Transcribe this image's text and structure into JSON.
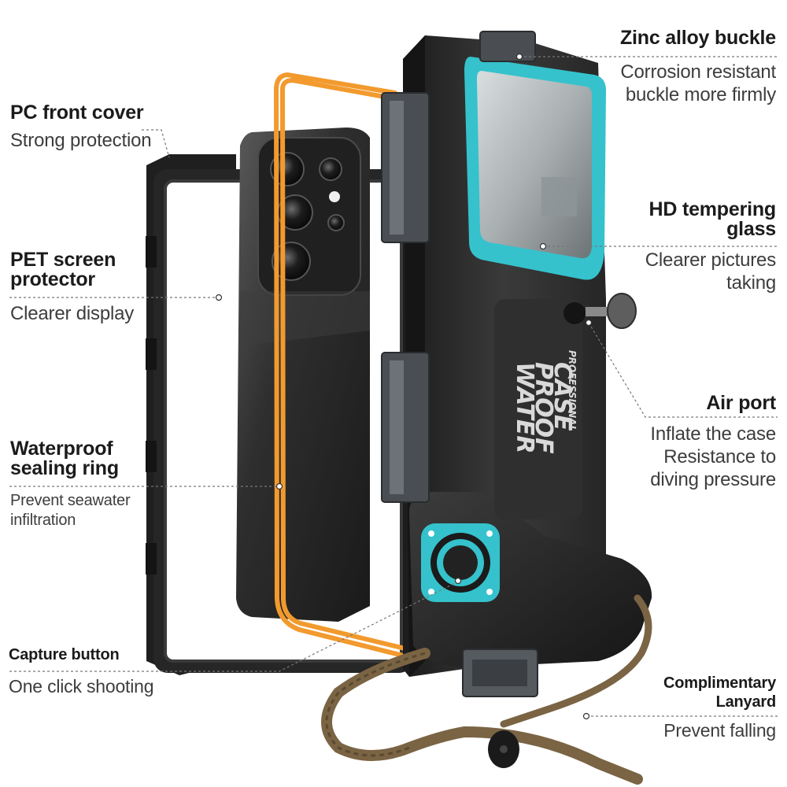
{
  "product": {
    "emblem_lines": [
      "WATER",
      "PROOF",
      "CASE"
    ],
    "emblem_sub": "PROFESSIONAL"
  },
  "features": {
    "pc_front_cover": {
      "title": "PC front cover",
      "desc": "Strong protection"
    },
    "pet_screen_protector": {
      "title_lines": [
        "PET screen",
        "protector"
      ],
      "desc": "Clearer display"
    },
    "waterproof_sealing_ring": {
      "title_lines": [
        "Waterproof",
        "sealing ring"
      ],
      "desc_lines": [
        "Prevent seawater",
        "infiltration"
      ]
    },
    "capture_button": {
      "title": "Capture button",
      "desc": "One click shooting"
    },
    "zinc_alloy_buckle": {
      "title": "Zinc alloy buckle",
      "desc_lines": [
        "Corrosion resistant",
        "buckle more firmly"
      ]
    },
    "hd_tempering_glass": {
      "title_lines": [
        "HD tempering",
        "glass"
      ],
      "desc_lines": [
        "Clearer pictures",
        "taking"
      ]
    },
    "air_port": {
      "title": "Air port",
      "desc_lines": [
        "Inflate the case",
        "Resistance to",
        "diving pressure"
      ]
    },
    "complimentary_lanyard": {
      "title_lines": [
        "Complimentary",
        "Lanyard"
      ],
      "desc": "Prevent falling"
    }
  },
  "colors": {
    "accent_teal": "#35c2cc",
    "seal_orange": "#f29a2e",
    "case_dark": "#2b2b2b",
    "lanyard_brown": "#7a6444"
  }
}
